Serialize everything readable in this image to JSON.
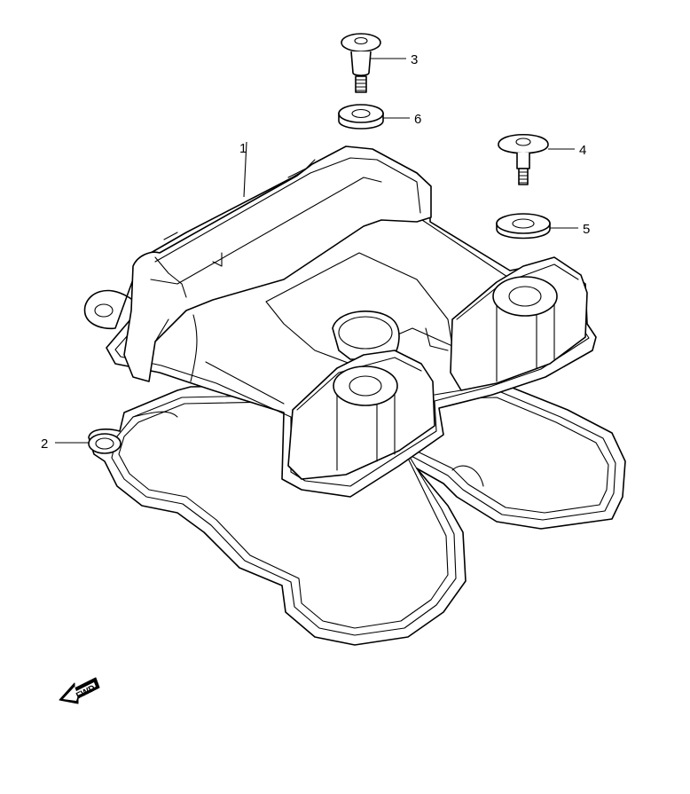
{
  "callouts": {
    "c1": "1",
    "c2": "2",
    "c3": "3",
    "c4": "4",
    "c5": "5",
    "c6": "6"
  },
  "direction_marker": "FWD"
}
